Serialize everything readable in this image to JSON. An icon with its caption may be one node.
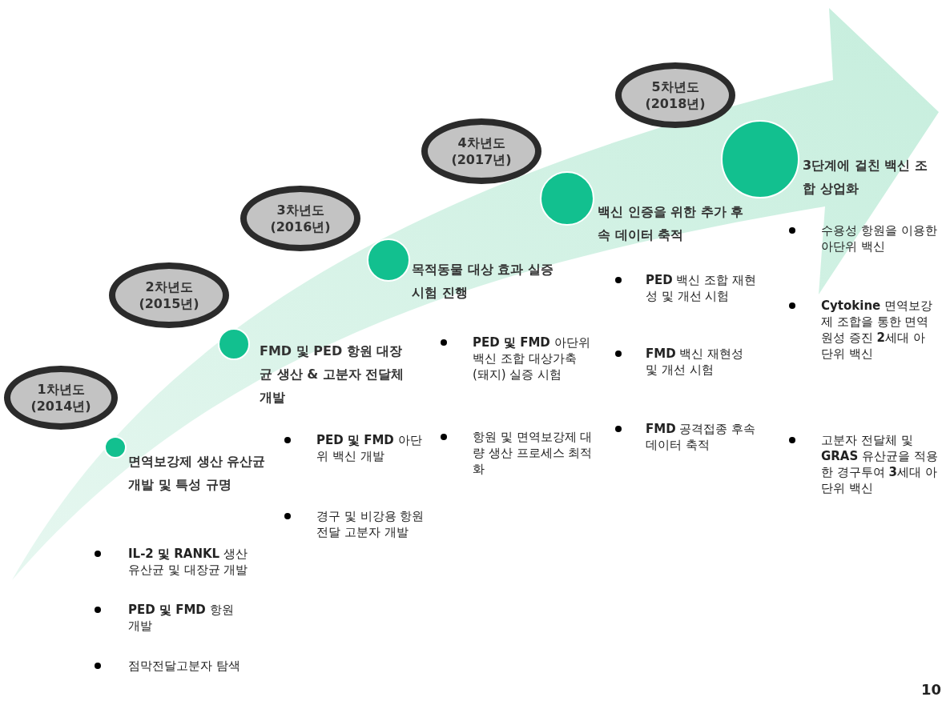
{
  "diagram": {
    "nodes": [
      {
        "text": [
          "1차년도 (2014년)"
        ]
      },
      {
        "text": [
          "2차년도 (2015년)"
        ]
      },
      {
        "text": [
          "3차년도 (2016년)"
        ]
      },
      {
        "text": [
          "4차년도 (2017년)"
        ]
      },
      {
        "text": [
          "5차년도 (2018년)"
        ]
      },
      {
        "text": [],
        "shape": "circle",
        "beside": [
          "면역보강제 생산 유산균 개발  및 특성 규명"
        ]
      },
      {
        "text": [],
        "shape": "circle",
        "beside": [
          "FMD 및 PED 항원 대장균 생산 & 고분자 전달체 개발"
        ]
      },
      {
        "text": [],
        "shape": "circle",
        "beside": [
          "목적동물 대상 효과 실증 시험 진행"
        ]
      },
      {
        "text": [],
        "shape": "circle",
        "beside": [
          "백신 인증을 위한 추가 후속 데이터 축적"
        ]
      },
      {
        "text": [],
        "shape": "circle",
        "beside": [
          "3단계에 걸친 백신 조합 상업화"
        ]
      }
    ],
    "labels": [
      "**IL-2 및 RANKL** 생산 유산균 및 대장균 개발",
      "**PED 및 FMD** 항원 개발",
      "점막전달고분자 탐색",
      "**PED 및 FMD** 아단위 백신 개발",
      "경구 및 비강용 항원 전달 고분자 개발",
      "**PED 및 FMD** 아단위 백신 조합 대상가축 (돼지) 실증 시험",
      "항원 및 면역보강제 대량 생산 프로세스 최적화",
      "**PED** 백신 조합 재현성 및 개선 시험",
      "**FMD** 백신 재현성 및 개선 시험",
      "**FMD** 공격접종 후속데이터 축적",
      "수용성 항원을 이용한 아단위 백신",
      "**Cytokine** 면역보강제 조합을 통한 면역원성 증진 **2**세대 아단위 백신",
      "고분자 전달체 및 **GRAS** 유산균을 적용한 경구투여 **3**세대 아단위 백신",
      "10"
    ]
  }
}
